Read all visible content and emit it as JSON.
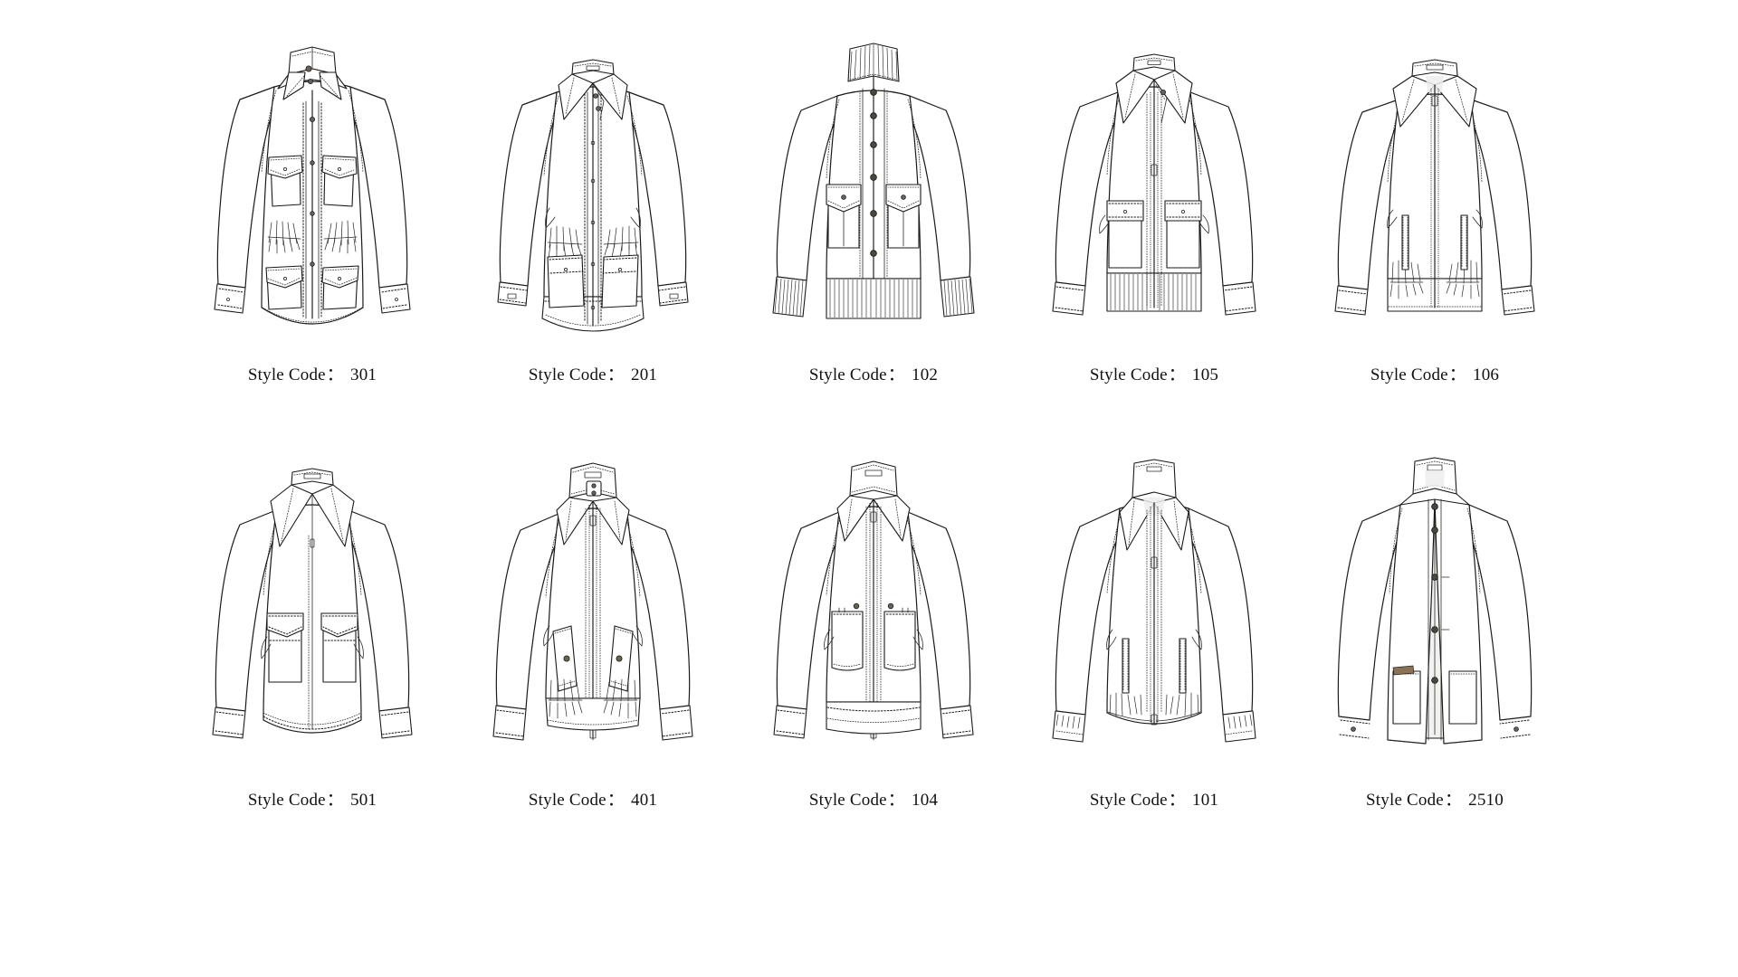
{
  "sheet": {
    "title": "Technical Flat Sketch Sheet — Men's Jackets",
    "background_color": "#ffffff",
    "line_color": "#1a1a1a",
    "label_prefix": "Style Code",
    "label_separator": "：",
    "rows": 2,
    "columns": 5,
    "total_styles": 10
  },
  "styles": [
    {
      "index": 1,
      "row": 1,
      "column": 1,
      "code": "301",
      "label_prefix": "Style Code",
      "separator": "：",
      "caption": "Style Code：301",
      "garment_type": "field jacket",
      "collar": "stand / convertible collar, buttoned",
      "closure": "center front button placket",
      "pockets": "two flap chest patch pockets, two lower flap patch pockets",
      "details": "gathered waist shirring, buttoned cuffs, curved hem",
      "button_count": 6
    },
    {
      "index": 2,
      "row": 1,
      "column": 2,
      "code": "201",
      "label_prefix": "Style Code",
      "separator": "：",
      "caption": "Style Code：201",
      "garment_type": "chore / work overshirt jacket",
      "collar": "pointed shirt collar with stand",
      "closure": "center front concealed button placket",
      "pockets": "two lower patch pockets with welt openings",
      "details": "gathered waist shirring, stitched hem band, buttoned cuffs",
      "button_count": 5
    },
    {
      "index": 3,
      "row": 1,
      "column": 3,
      "code": "102",
      "label_prefix": "Style Code",
      "separator": "：",
      "caption": "Style Code：102",
      "garment_type": "bomber jacket",
      "collar": "ribbed stand collar",
      "closure": "center front snap button placket",
      "pockets": "two flap chest patch pockets",
      "details": "ribbed collar, ribbed hem band, ribbed cuffs",
      "button_count": 6
    },
    {
      "index": 4,
      "row": 1,
      "column": 4,
      "code": "105",
      "label_prefix": "Style Code",
      "separator": "：",
      "caption": "Style Code：105",
      "garment_type": "flight / blouson jacket",
      "collar": "pointed spread collar with throat latch",
      "closure": "center front zipper with stitched placket",
      "pockets": "two large flap patch pockets",
      "details": "ribbed hem band, stitched cuffs, side slash openings",
      "button_count": 2
    },
    {
      "index": 5,
      "row": 1,
      "column": 5,
      "code": "106",
      "label_prefix": "Style Code",
      "separator": "：",
      "caption": "Style Code：106",
      "garment_type": "harrington jacket",
      "collar": "pointed flat collar",
      "closure": "center front zipper",
      "pockets": "two vertical welt pockets",
      "details": "elasticated gathered hem band, banded cuffs",
      "button_count": 0
    },
    {
      "index": 6,
      "row": 2,
      "column": 1,
      "code": "501",
      "label_prefix": "Style Code",
      "separator": "：",
      "caption": "Style Code：501",
      "garment_type": "shirt jacket",
      "collar": "long point shirt collar",
      "closure": "center front concealed placket",
      "pockets": "two flap chest patch pockets",
      "details": "straight stitched hem band, plain cuffs, side slash openings",
      "button_count": 1
    },
    {
      "index": 7,
      "row": 2,
      "column": 2,
      "code": "401",
      "label_prefix": "Style Code",
      "separator": "：",
      "caption": "Style Code：401",
      "garment_type": "harrington / blouson jacket",
      "collar": "stand collar with buttoned tab",
      "closure": "center front zipper",
      "pockets": "two angled flap pockets with button",
      "details": "gathered elastic waistband, ribbed cuffs",
      "button_count": 3
    },
    {
      "index": 8,
      "row": 2,
      "column": 3,
      "code": "104",
      "label_prefix": "Style Code",
      "separator": "：",
      "caption": "Style Code：104",
      "garment_type": "zip bomber jacket",
      "collar": "stand collar with tab",
      "closure": "center front zipper",
      "pockets": "two patch chest pockets with button",
      "details": "double stitched hem band, banded cuffs",
      "button_count": 2
    },
    {
      "index": 9,
      "row": 2,
      "column": 4,
      "code": "101",
      "label_prefix": "Style Code",
      "separator": "：",
      "caption": "Style Code：101",
      "garment_type": "track / blouson jacket",
      "collar": "tall stand collar",
      "closure": "center front zipper full length",
      "pockets": "two vertical welt pockets",
      "details": "gathered elastic hem, gathered cuffs",
      "button_count": 0
    },
    {
      "index": 10,
      "row": 2,
      "column": 5,
      "code": "2510",
      "label_prefix": "Style Code",
      "separator": "：",
      "caption": "Style Code：2510",
      "garment_type": "tailored mandarin blazer",
      "collar": "mandarin stand collar",
      "closure": "center front five button front",
      "pockets": "two lower patch pockets",
      "details": "open front showing lining, buttoned cuff tabs, contrast pocket tape",
      "button_count": 5
    }
  ]
}
